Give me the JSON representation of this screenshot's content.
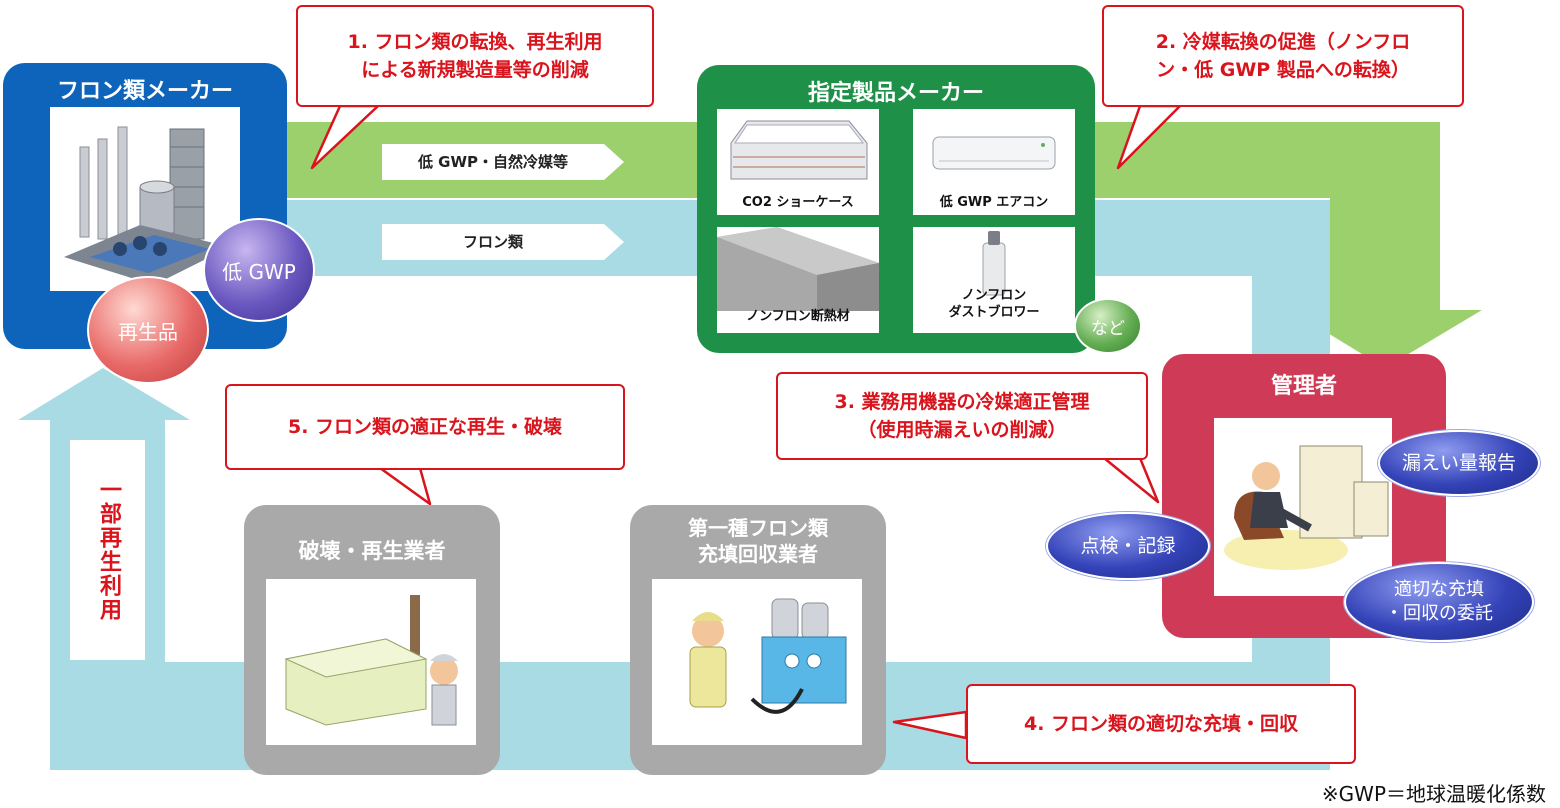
{
  "colors": {
    "green_flow": "#9bd06c",
    "blue_flow": "#a9dbe4",
    "maker_blue": "#0e64bb",
    "product_green": "#1e9048",
    "admin_red": "#cf3b57",
    "gray_box": "#a9a9a9",
    "callout_red": "#d9141c"
  },
  "flon_maker": {
    "title": "フロン類メーカー",
    "tag_low_gwp": "低 GWP",
    "tag_recycled": "再生品"
  },
  "product_maker": {
    "title": "指定製品メーカー",
    "products": [
      {
        "label": "CO2 ショーケース",
        "icon": "showcase-icon"
      },
      {
        "label": "低 GWP エアコン",
        "icon": "air-conditioner-icon"
      },
      {
        "label": "ノンフロン断熱材",
        "icon": "insulation-block-icon"
      },
      {
        "label": "ノンフロン\nダストブロワー",
        "icon": "spray-can-icon"
      }
    ],
    "etc_label": "など"
  },
  "flow_labels": {
    "green": "低 GWP・自然冷媒等",
    "blue": "フロン類"
  },
  "callouts": {
    "c1": "1. フロン類の転換、再生利用\n による新規製造量等の削減",
    "c2": "2. 冷媒転換の促進（ノンフロ\nン・低 GWP 製品への転換）",
    "c3": "3. 業務用機器の冷媒適正管理\n（使用時漏えいの削減）",
    "c4": "4. フロン類の適切な充填・回収",
    "c5": "5. フロン類の適正な再生・破壊"
  },
  "administrator": {
    "title": "管理者",
    "tags": [
      "漏えい量報告",
      "点検・記録",
      "適切な充填\n・回収の委託"
    ]
  },
  "destroy_recycle": {
    "title": "破壊・再生業者"
  },
  "recovery": {
    "title": "第一種フロン類\n充填回収業者"
  },
  "partial_reuse": "一部再生利用",
  "footnote": "※GWP＝地球温暖化係数"
}
